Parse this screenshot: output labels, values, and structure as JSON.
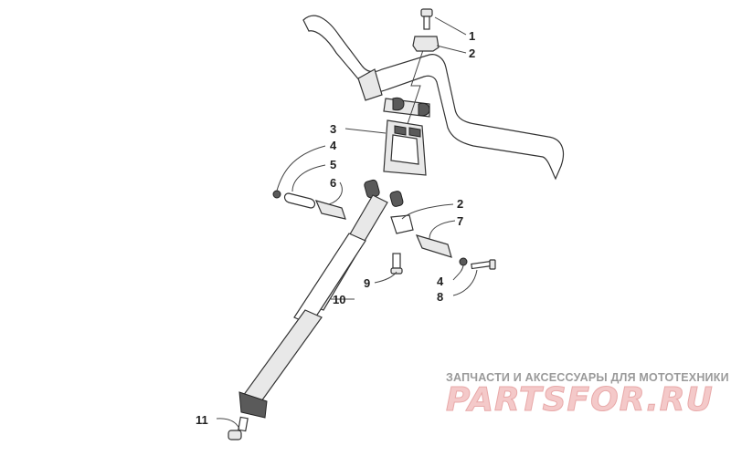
{
  "callouts": [
    {
      "num": "1"
    },
    {
      "num": "2"
    },
    {
      "num": "3"
    },
    {
      "num": "4"
    },
    {
      "num": "5"
    },
    {
      "num": "6"
    },
    {
      "num": "2"
    },
    {
      "num": "7"
    },
    {
      "num": "9"
    },
    {
      "num": "4"
    },
    {
      "num": "8"
    },
    {
      "num": "10"
    },
    {
      "num": "11"
    }
  ],
  "watermark": {
    "caption": "ЗАПЧАСТИ И АКСЕССУАРЫ ДЛЯ МОТОТЕХНИКИ",
    "logo": "PARTSFOR.RU"
  }
}
